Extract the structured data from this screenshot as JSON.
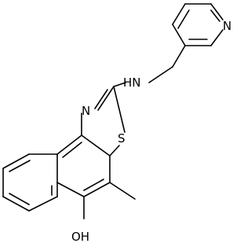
{
  "figure": {
    "atom_labels": {
      "pyridine_n": "N",
      "amine_nh": "HN",
      "thiazole_n": "N",
      "thiazole_s": "S",
      "hydroxyl": "OH"
    }
  },
  "colors": {
    "background": "#ffffff",
    "ink": "#000000"
  }
}
